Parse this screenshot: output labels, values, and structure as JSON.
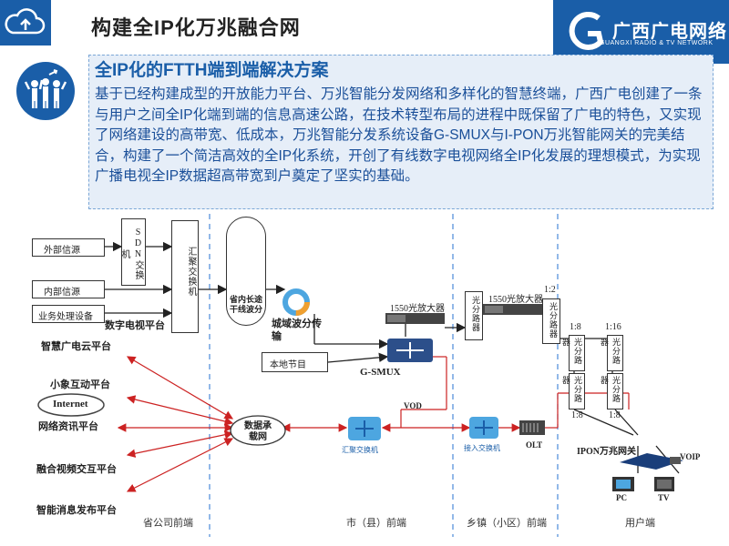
{
  "header": {
    "title": "构建全IP化万兆融合网",
    "logo_cn": "广西广电网络",
    "logo_en": "GUANGXI RADIO & TV NETWORK"
  },
  "callout": {
    "title": "全IP化的FTTH端到端解决方案",
    "body": "基于已经构建成型的开放能力平台、万兆智能分发网络和多样化的智慧终端，广西广电创建了一条与用户之间全IP化端到端的信息高速公路，在技术转型布局的进程中既保留了广电的特色，又实现了网络建设的高带宽、低成本，万兆智能分发系统设备G-SMUX与I-PON万兆智能网关的完美结合，构建了一个简洁高效的全IP化系统，开创了有线数字电视网络全IP化发展的理想模式，为实现广播电视全IP数据超高带宽到户奠定了坚实的基础。"
  },
  "diagram": {
    "sources": [
      "外部信源",
      "内部信源",
      "业务处理设备"
    ],
    "sdn_switch": "SDN交换机",
    "agg_switch_top": "汇聚交换机",
    "platform": "数字电视平台",
    "backbone": "省内长途干线波分",
    "metro_wdm": "城域波分传输",
    "local_program": "本地节目",
    "gsmux": "G-SMUX",
    "amp1": "1550光放大器",
    "amp2": "1550光放大器",
    "splitter": "光分路器",
    "ratio_1_2": "1:2",
    "ratio_1_8_a": "1:8",
    "ratio_1_16": "1:16",
    "ratio_1_8_b": "1:8",
    "ratio_1_8_c": "1:8",
    "platforms": [
      "智慧广电云平台",
      "小象互动平台",
      "Internet",
      "网络资讯平台",
      "融合视频交互平台",
      "智能消息发布平台"
    ],
    "data_net": "数据承载网",
    "vod": "VOD",
    "agg_switch": "汇聚交换机",
    "access_switch": "接入交换机",
    "olt": "OLT",
    "ipon": "IPON万兆网关",
    "voip": "VOIP",
    "pc": "PC",
    "tv": "TV",
    "zones": [
      "省公司前端",
      "市（县）前端",
      "乡镇（小区）前端",
      "用户端"
    ]
  },
  "colors": {
    "brand_blue": "#1a5ea8",
    "callout_bg": "#e6eef8",
    "link_red": "#cc2222",
    "zone_line": "#4a8ad8"
  }
}
